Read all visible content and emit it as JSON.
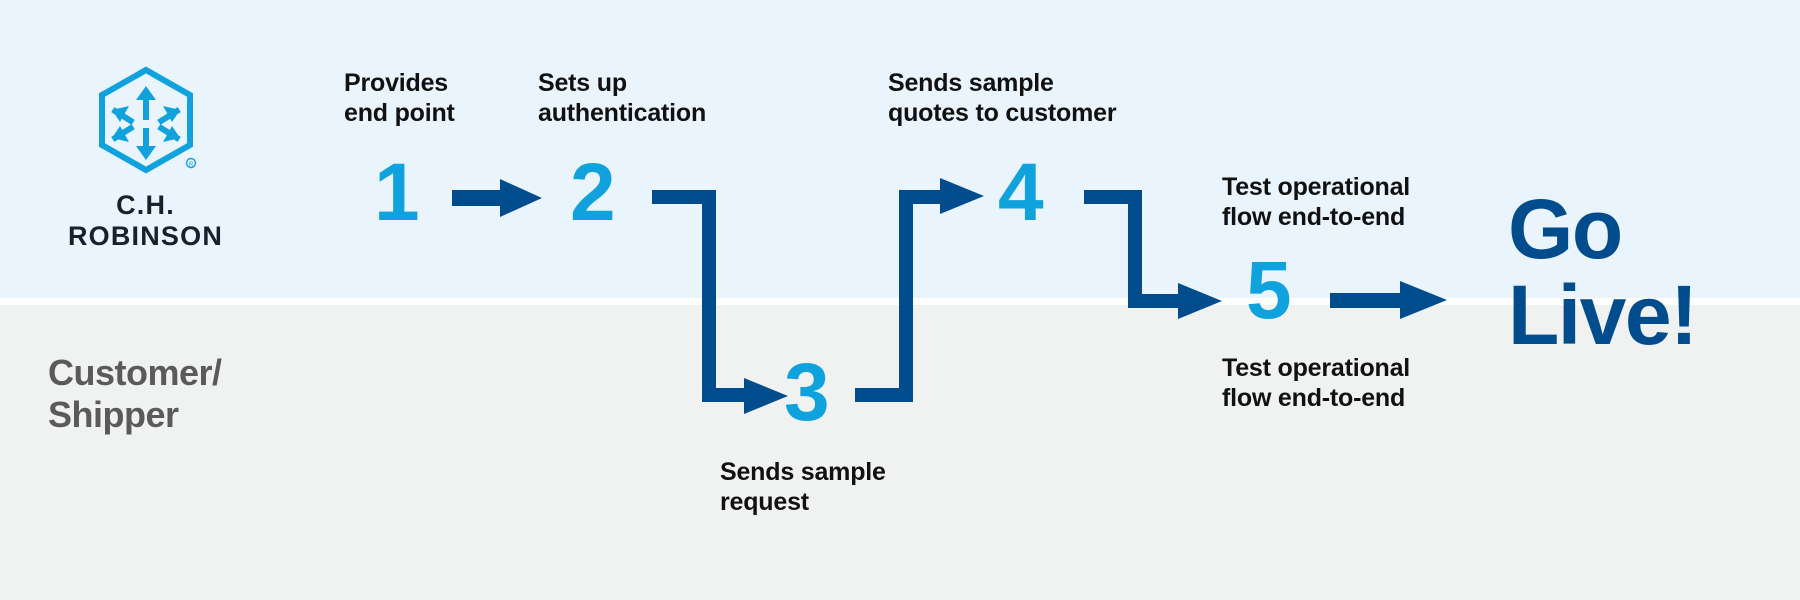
{
  "diagram": {
    "title_party_top": "C.H. ROBINSON",
    "title_party_bottom": "Customer/\nShipper",
    "final_label": "Go\nLive!",
    "colors": {
      "band_top": "#e9f4fc",
      "band_bottom": "#f0f1f1",
      "number_blue": "#0fa2dd",
      "arrow_navy": "#004c8c",
      "logo_blue": "#0fa2dd",
      "label_text": "#111111",
      "party_bottom_text": "#5a5a5a",
      "logo_text": "#16212b"
    },
    "lanes": [
      {
        "name": "ch-robinson",
        "label": "C.H. ROBINSON"
      },
      {
        "name": "customer-shipper",
        "label": "Customer/\nShipper"
      }
    ],
    "steps": [
      {
        "number": "1",
        "lane": "ch-robinson",
        "label": "Provides\nend point",
        "label_position": "above"
      },
      {
        "number": "2",
        "lane": "ch-robinson",
        "label": "Sets up\nauthentication",
        "label_position": "above"
      },
      {
        "number": "3",
        "lane": "customer-shipper",
        "label": "Sends sample\nrequest",
        "label_position": "below"
      },
      {
        "number": "4",
        "lane": "ch-robinson",
        "label": "Sends sample\nquotes to customer",
        "label_position": "above"
      },
      {
        "number": "5",
        "lane": "both",
        "label": "Test operational\nflow end-to-end",
        "label_position": "above",
        "label_secondary": "Test operational\nflow end-to-end"
      }
    ],
    "connectors": [
      {
        "name": "connector-1-to-2",
        "from": "1",
        "to": "2",
        "shape": "straight-right"
      },
      {
        "name": "connector-2-to-3",
        "from": "2",
        "to": "3",
        "shape": "right-down-right"
      },
      {
        "name": "connector-3-to-4",
        "from": "3",
        "to": "4",
        "shape": "right-up-right"
      },
      {
        "name": "connector-4-to-5",
        "from": "4",
        "to": "5",
        "shape": "right-down-right"
      },
      {
        "name": "connector-5-to-golive",
        "from": "5",
        "to": "Go Live!",
        "shape": "straight-right"
      }
    ]
  }
}
